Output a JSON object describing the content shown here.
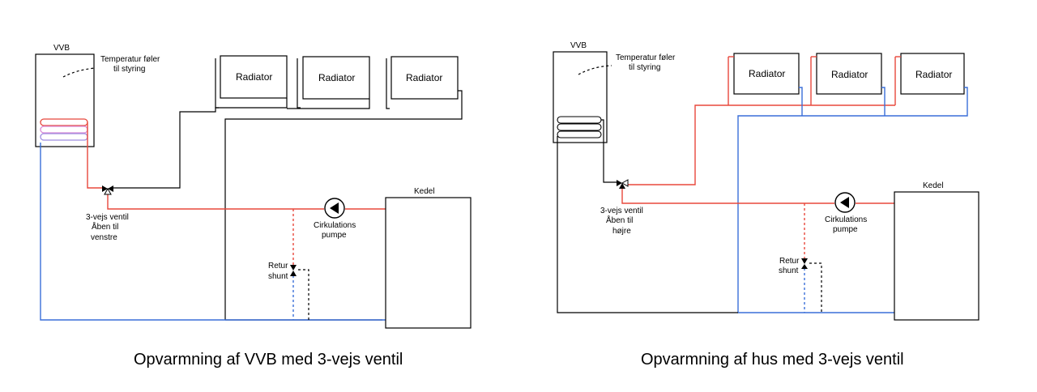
{
  "colors": {
    "supply": "#e8483c",
    "return": "#3a6fd8",
    "line": "#000000",
    "coil_pink": "#d98ad6"
  },
  "left": {
    "vvb": "VVB",
    "sensor_line1": "Temperatur føler",
    "sensor_line2": "til styring",
    "radiators": [
      "Radiator",
      "Radiator",
      "Radiator"
    ],
    "boiler": "Kedel",
    "valve_line1": "3-vejs ventil",
    "valve_line2": "Åben til",
    "valve_line3": "venstre",
    "pump_line1": "Cirkulations",
    "pump_line2": "pumpe",
    "shunt_line1": "Retur",
    "shunt_line2": "shunt",
    "caption": "Opvarmning af VVB med 3-vejs ventil"
  },
  "right": {
    "vvb": "VVB",
    "sensor_line1": "Temperatur føler",
    "sensor_line2": "til styring",
    "radiators": [
      "Radiator",
      "Radiator",
      "Radiator"
    ],
    "boiler": "Kedel",
    "valve_line1": "3-vejs ventil",
    "valve_line2": "Åben til",
    "valve_line3": "højre",
    "pump_line1": "Cirkulations",
    "pump_line2": "pumpe",
    "shunt_line1": "Retur",
    "shunt_line2": "shunt",
    "caption": "Opvarmning af hus med 3-vejs ventil"
  }
}
